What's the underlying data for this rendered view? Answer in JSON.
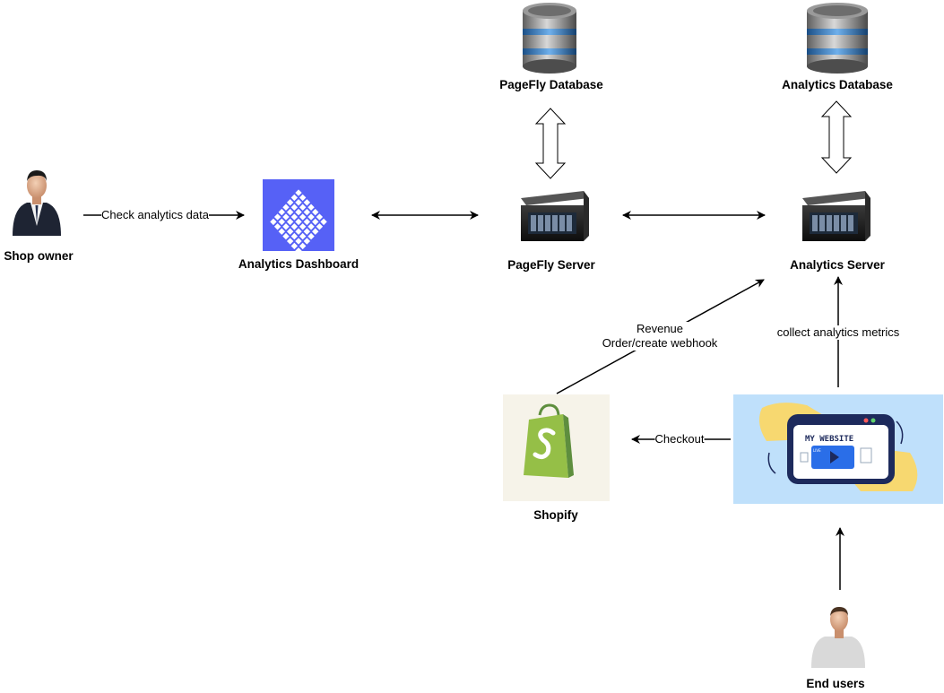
{
  "nodes": {
    "shop_owner": {
      "label": "Shop owner",
      "icon": "businessman-icon"
    },
    "analytics_dashboard": {
      "label": "Analytics Dashboard",
      "icon": "dashboard-logo-icon",
      "color": "#5661f6"
    },
    "pagefly_database": {
      "label": "PageFly Database",
      "icon": "database-icon"
    },
    "analytics_database": {
      "label": "Analytics Database",
      "icon": "database-icon"
    },
    "pagefly_server": {
      "label": "PageFly Server",
      "icon": "server-icon"
    },
    "analytics_server": {
      "label": "Analytics Server",
      "icon": "server-icon"
    },
    "shopify": {
      "label": "Shopify",
      "icon": "shopify-bag-icon",
      "color": "#95bf47"
    },
    "website": {
      "label": "",
      "icon": "website-illustration-icon",
      "color": "#bfe0fb"
    },
    "end_users": {
      "label": "End users",
      "icon": "user-icon"
    }
  },
  "edges": {
    "check_analytics": {
      "label": "Check analytics data"
    },
    "revenue": {
      "line1": "Revenue",
      "line2": "Order/create webhook"
    },
    "collect_metrics": {
      "label": "collect analytics metrics"
    },
    "checkout": {
      "label": "Checkout"
    }
  },
  "website_text": {
    "title": "MY WEBSITE",
    "badge": "LIVE"
  }
}
